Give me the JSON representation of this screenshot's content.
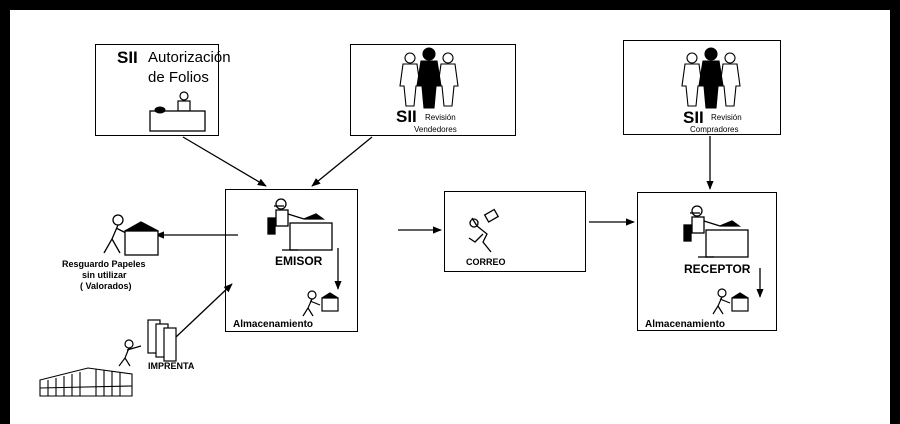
{
  "nodes": {
    "sii_autorizacion": {
      "sii": "SII",
      "line1": "Autorización",
      "line2": "de Folios"
    },
    "sii_vendedores": {
      "sii": "SII",
      "revision": "Revisión",
      "sub": "Vendedores"
    },
    "sii_compradores": {
      "sii": "SII",
      "revision": "Revisión",
      "sub": "Compradores"
    },
    "emisor": {
      "label": "EMISOR",
      "storage": "Almacenamiento"
    },
    "correo": {
      "label": "CORREO"
    },
    "receptor": {
      "label": "RECEPTOR",
      "storage": "Almacenamiento"
    },
    "resguardo": {
      "line1": "Resguardo Papeles",
      "line2": "sin utilizar",
      "line3": "( Valorados)"
    },
    "imprenta": {
      "label": "IMPRENTA"
    }
  }
}
